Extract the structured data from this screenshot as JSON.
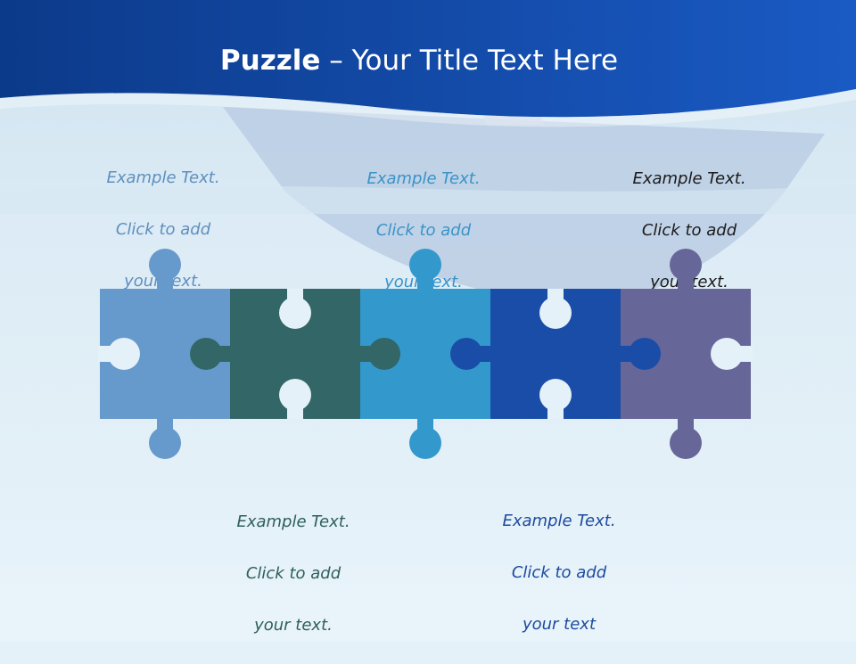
{
  "slide": {
    "title_bold": "Puzzle",
    "title_rest": " – Your Title Text Here"
  },
  "captions": [
    {
      "lines": [
        "Example Text.",
        "Click  to add",
        "your text."
      ],
      "color": "#5e8fbf"
    },
    {
      "lines": [
        "Example Text.",
        "Click  to add",
        "your text."
      ],
      "color": "#2e5f5a"
    },
    {
      "lines": [
        "Example Text.",
        "Click  to add",
        "your text."
      ],
      "color": "#3a93c8"
    },
    {
      "lines": [
        "Example Text.",
        "Click  to add",
        "your text"
      ],
      "color": "#1c4aa0"
    },
    {
      "lines": [
        "Example Text.",
        "Click  to add",
        "your text."
      ],
      "color": "#1a1a1a"
    }
  ],
  "pieces": [
    {
      "name": "puzzle-piece-1",
      "color": "#6699cc"
    },
    {
      "name": "puzzle-piece-2",
      "color": "#336666"
    },
    {
      "name": "puzzle-piece-3",
      "color": "#3399cc"
    },
    {
      "name": "puzzle-piece-4",
      "color": "#1a4da8"
    },
    {
      "name": "puzzle-piece-5",
      "color": "#666699"
    }
  ],
  "colors": {
    "header": "#0f4aa8",
    "water": "#e4f1f9"
  }
}
